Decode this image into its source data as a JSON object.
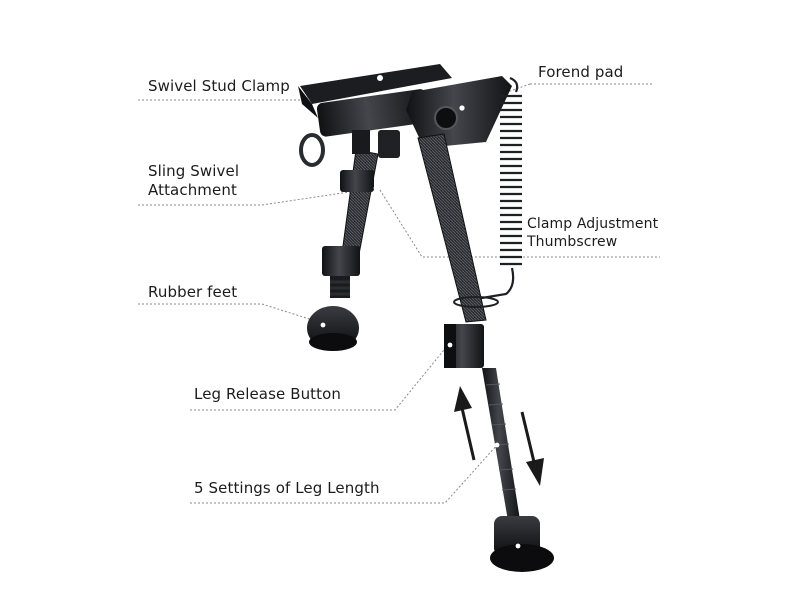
{
  "labels": {
    "swivel_stud_clamp": "Swivel Stud Clamp",
    "forend_pad": "Forend pad",
    "sling_swivel_line1": "Sling Swivel",
    "sling_swivel_line2": "Attachment",
    "clamp_adjustment_line1": "Clamp Adjustment",
    "clamp_adjustment_line2": "Thumbscrew",
    "rubber_feet": "Rubber feet",
    "leg_release_button": "Leg Release Button",
    "leg_length_settings": "5 Settings of Leg Length"
  },
  "colors": {
    "background": "#ffffff",
    "text": "#1c1c1c",
    "leader_line": "#8a8a8a",
    "metal_dark": "#1e1f22",
    "carbon_fiber": "#3a3b3f"
  },
  "icons": {
    "extend_arrow": "arrow-up-icon",
    "retract_arrow": "arrow-down-icon"
  }
}
